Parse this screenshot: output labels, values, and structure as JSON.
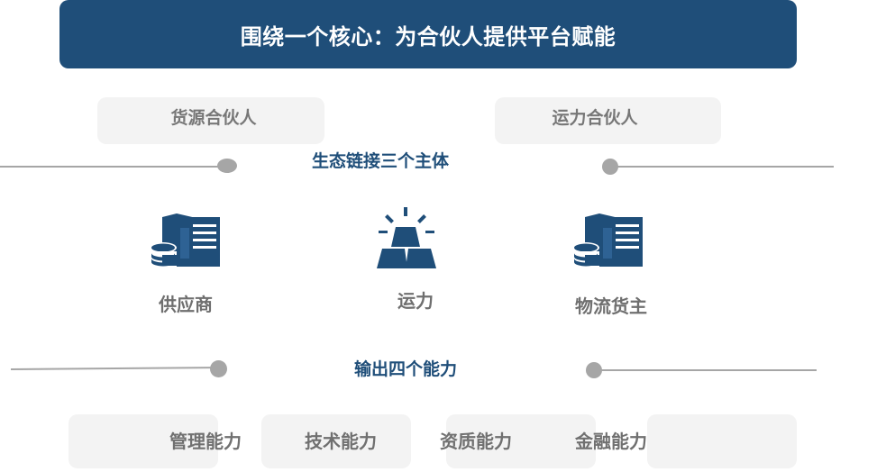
{
  "header": {
    "title": "围绕一个核心：为合伙人提供平台赋能"
  },
  "partners": {
    "left_label": "货源合伙人",
    "right_label": "运力合伙人"
  },
  "ecosystem": {
    "label": "生态链接三个主体",
    "entities": [
      {
        "label": "供应商",
        "icon": "server-database-icon"
      },
      {
        "label": "运力",
        "icon": "gold-bars-icon"
      },
      {
        "label": "物流货主",
        "icon": "server-database-icon"
      }
    ]
  },
  "capabilities": {
    "label": "输出四个能力",
    "items": [
      "管理能力",
      "技术能力",
      "资质能力",
      "金融能力"
    ]
  },
  "colors": {
    "primary": "#1f4e79",
    "gray_line": "#a6a6a6",
    "soft_box": "#f3f3f3",
    "label_gray": "#707070"
  }
}
